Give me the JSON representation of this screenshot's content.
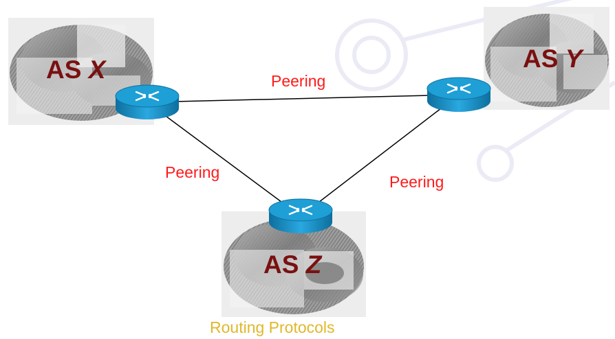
{
  "diagram": {
    "autonomous_systems": [
      {
        "prefix": "AS",
        "id": "X"
      },
      {
        "prefix": "AS",
        "id": "Y"
      },
      {
        "prefix": "AS",
        "id": "Z"
      }
    ],
    "links": [
      {
        "from": "X",
        "to": "Y",
        "label": "Peering"
      },
      {
        "from": "X",
        "to": "Z",
        "label": "Peering"
      },
      {
        "from": "Y",
        "to": "Z",
        "label": "Peering"
      }
    ],
    "node_icon": "router-icon",
    "background_icon": "cloud-icon"
  },
  "footer": {
    "title": "Routing Protocols"
  },
  "colors": {
    "as_label": "#7a1010",
    "link_label": "#ff1a1a",
    "footer_title": "#e0b82a",
    "router_fill": "#1e9fd6",
    "router_dark": "#0d6f9e",
    "link_line": "#000000"
  }
}
